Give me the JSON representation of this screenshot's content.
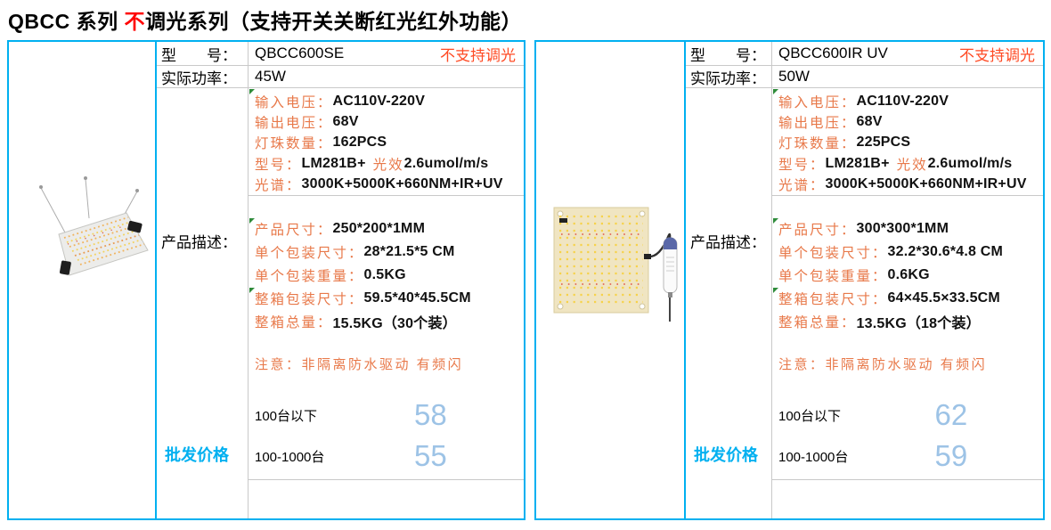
{
  "title": {
    "part1": "QBCC 系列 ",
    "highlight": "不",
    "part2": "调光系列（支持开关关断红光红外功能）"
  },
  "colors": {
    "accent_border": "#00B0F0",
    "label_orange": "#E8794A",
    "warn_orange_red": "#FF4B25",
    "price_blue": "#9DC3E6",
    "title_red": "#FF0000",
    "comment_marker_green": "#2E8B3A"
  },
  "products": [
    {
      "model_label": "型　　号：",
      "model": "QBCC600SE",
      "dimming_note": "不支持调光",
      "power_label": "实际功率：",
      "power": "45W",
      "description_label": "产品描述：",
      "wholesale_label": "批发价格",
      "photo": "hanging-quantum-board-panel",
      "specs": [
        {
          "label": "输入电压：",
          "value": "AC110V-220V"
        },
        {
          "label": "输出电压：",
          "value": "68V"
        },
        {
          "label": "灯珠数量：",
          "value": "162PCS"
        },
        {
          "label": "型号：",
          "value": "LM281B+",
          "label2": "光效",
          "value2": "2.6umol/m/s"
        },
        {
          "label": "光谱：",
          "value": "3000K+5000K+660NM+IR+UV"
        }
      ],
      "packaging": [
        {
          "label": "产品尺寸：",
          "value": "250*200*1MM"
        },
        {
          "label": "单个包装尺寸：",
          "value": "28*21.5*5 CM"
        },
        {
          "label": "单个包装重量：",
          "value": "0.5KG"
        },
        {
          "label": "整箱包装尺寸：",
          "value": "59.5*40*45.5CM"
        },
        {
          "label": "整箱总量：",
          "value": "15.5KG（30个装）"
        }
      ],
      "note": "注意：非隔离防水驱动 有频闪",
      "prices": [
        {
          "tier": "100台以下",
          "price": "58"
        },
        {
          "tier": "100-1000台",
          "price": "55"
        }
      ]
    },
    {
      "model_label": "型　　号：",
      "model": "QBCC600IR UV",
      "dimming_note": "不支持调光",
      "power_label": "实际功率：",
      "power": "50W",
      "description_label": "产品描述：",
      "wholesale_label": "批发价格",
      "photo": "flat-quantum-board-with-driver",
      "specs": [
        {
          "label": "输入电压：",
          "value": "AC110V-220V"
        },
        {
          "label": "输出电压：",
          "value": "68V"
        },
        {
          "label": "灯珠数量：",
          "value": "225PCS"
        },
        {
          "label": "型号：",
          "value": "LM281B+",
          "label2": "光效",
          "value2": "2.6umol/m/s"
        },
        {
          "label": "光谱：",
          "value": "3000K+5000K+660NM+IR+UV"
        }
      ],
      "packaging": [
        {
          "label": "产品尺寸：",
          "value": "300*300*1MM"
        },
        {
          "label": "单个包装尺寸：",
          "value": "32.2*30.6*4.8 CM"
        },
        {
          "label": "单个包装重量：",
          "value": "0.6KG"
        },
        {
          "label": "整箱包装尺寸：",
          "value": "64×45.5×33.5CM"
        },
        {
          "label": "整箱总量：",
          "value": "13.5KG（18个装）"
        }
      ],
      "note": "注意：非隔离防水驱动 有频闪",
      "prices": [
        {
          "tier": "100台以下",
          "price": "62"
        },
        {
          "tier": "100-1000台",
          "price": "59"
        }
      ]
    }
  ]
}
